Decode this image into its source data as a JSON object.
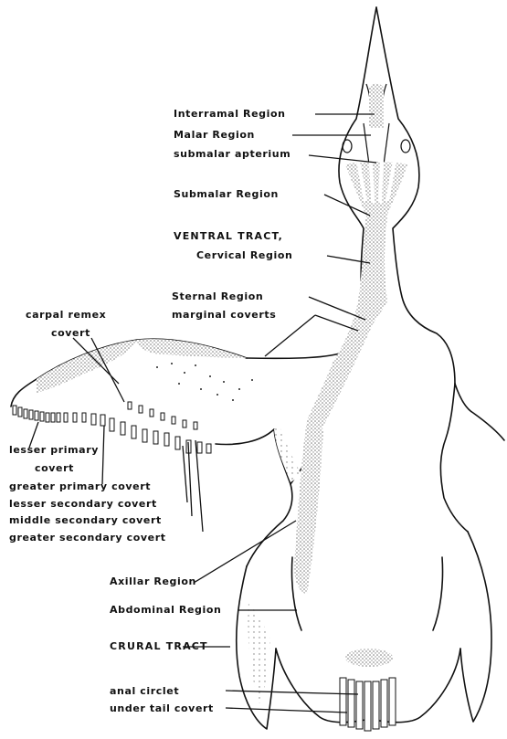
{
  "labels": {
    "interramal_region": "Interramal Region",
    "malar_region": "Malar Region",
    "submalar_apterium": "submalar apterium",
    "submalar_region": "Submalar Region",
    "ventral_tract": "VENTRAL TRACT,",
    "cervical_region": "Cervical Region",
    "sternal_region": "Sternal Region",
    "marginal_coverts": "marginal coverts",
    "carpal_remex": "carpal remex",
    "carpal_remex_covert": "covert",
    "lesser_primary": "lesser primary",
    "lesser_primary_covert": "covert",
    "greater_primary_covert": "greater primary covert",
    "lesser_secondary_covert": "lesser secondary covert",
    "middle_secondary_covert": "middle secondary covert",
    "greater_secondary_covert": "greater secondary covert",
    "axillar_region": "Axillar Region",
    "abdominal_region": "Abdominal Region",
    "crural_tract": "CRURAL TRACT",
    "anal_circlet": "anal circlet",
    "under_tail_covert": "under tail covert"
  },
  "colors": {
    "ink": "#111111",
    "feather_tract_stipple": "#8a8a8a"
  }
}
